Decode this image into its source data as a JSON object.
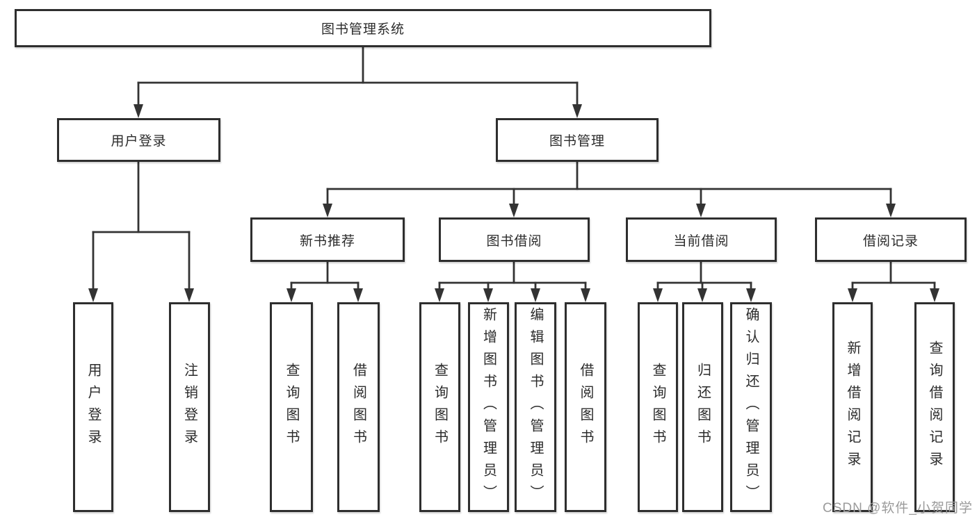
{
  "tree": {
    "label": "图书管理系统",
    "children": [
      {
        "label": "用户登录",
        "children": [
          {
            "label": "用户登录"
          },
          {
            "label": "注销登录"
          }
        ]
      },
      {
        "label": "图书管理",
        "children": [
          {
            "label": "新书推荐",
            "children": [
              {
                "label": "查询图书"
              },
              {
                "label": "借阅图书"
              }
            ]
          },
          {
            "label": "图书借阅",
            "children": [
              {
                "label": "查询图书"
              },
              {
                "label": "新增图书（管理员）"
              },
              {
                "label": "编辑图书（管理员）"
              },
              {
                "label": "借阅图书"
              }
            ]
          },
          {
            "label": "当前借阅",
            "children": [
              {
                "label": "查询图书"
              },
              {
                "label": "归还图书"
              },
              {
                "label": "确认归还（管理员）"
              }
            ]
          },
          {
            "label": "借阅记录",
            "children": [
              {
                "label": "新增借阅记录"
              },
              {
                "label": "查询借阅记录"
              }
            ]
          }
        ]
      }
    ]
  },
  "watermark": {
    "text": "CSDN @软件_小贺同学"
  },
  "colors": {
    "line": "#333333",
    "border": "#2e2e2e",
    "text": "#2b2b2b",
    "watermark": "#9b9b9b",
    "background": "#ffffff"
  }
}
